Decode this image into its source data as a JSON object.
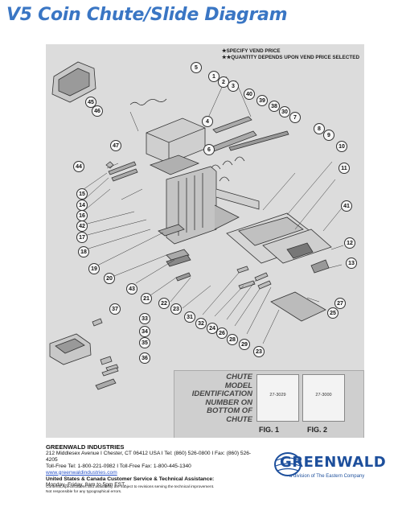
{
  "title": "V5 Coin Chute/Slide Diagram",
  "notes": [
    "★SPECIFY VEND PRICE",
    "★★QUANTITY DEPENDS UPON VEND PRICE SELECTED"
  ],
  "callouts": [
    "5",
    "1",
    "2",
    "3",
    "40",
    "39",
    "38",
    "30",
    "7",
    "8",
    "9",
    "10",
    "11",
    "41",
    "12",
    "13",
    "27",
    "25",
    "45",
    "46",
    "47",
    "4",
    "6",
    "44",
    "15",
    "14",
    "16",
    "42",
    "17",
    "18",
    "19",
    "20",
    "43",
    "21",
    "22",
    "23",
    "31",
    "32",
    "24",
    "26",
    "28",
    "29",
    "23",
    "37",
    "33",
    "34",
    "35",
    "36"
  ],
  "chute_id": {
    "lines": [
      "CHUTE",
      "MODEL",
      "IDENTIFICATION",
      "NUMBER ON",
      "BOTTOM OF",
      "CHUTE"
    ],
    "fig1_code": "27-3029",
    "fig2_code": "27-3000",
    "fig1_label": "FIG. 1",
    "fig2_label": "FIG. 2"
  },
  "footer": {
    "company": "GREENWALD INDUSTRIES",
    "address": "212 Middlesex Avenue I Chester, CT 06412 USA I Tel: (860) 526-0800 I Fax: (860) 526-4205",
    "tollfree": "Toll-Free Tel: 1-800-221-0982 I Toll-Free Fax: 1-800-445-1340",
    "website": "www.greenwaldindustries.com",
    "service": "United States & Canada Customer Service & Technical Assistance:",
    "hours": "Monday–Friday, 8am to 5pm EST.",
    "fine_print_1": "Contents, specifications and availability are subject to revisions serving the technical improvement.",
    "fine_print_2": "Not responsible for any typographical errors."
  },
  "logo": {
    "name": "GREENWALD",
    "tagline": "a division of The Eastern Company",
    "color": "#1d4f9c"
  },
  "colors": {
    "title": "#3a76c4",
    "diagram_bg": "#dcdcdc",
    "link": "#2b55c9"
  }
}
